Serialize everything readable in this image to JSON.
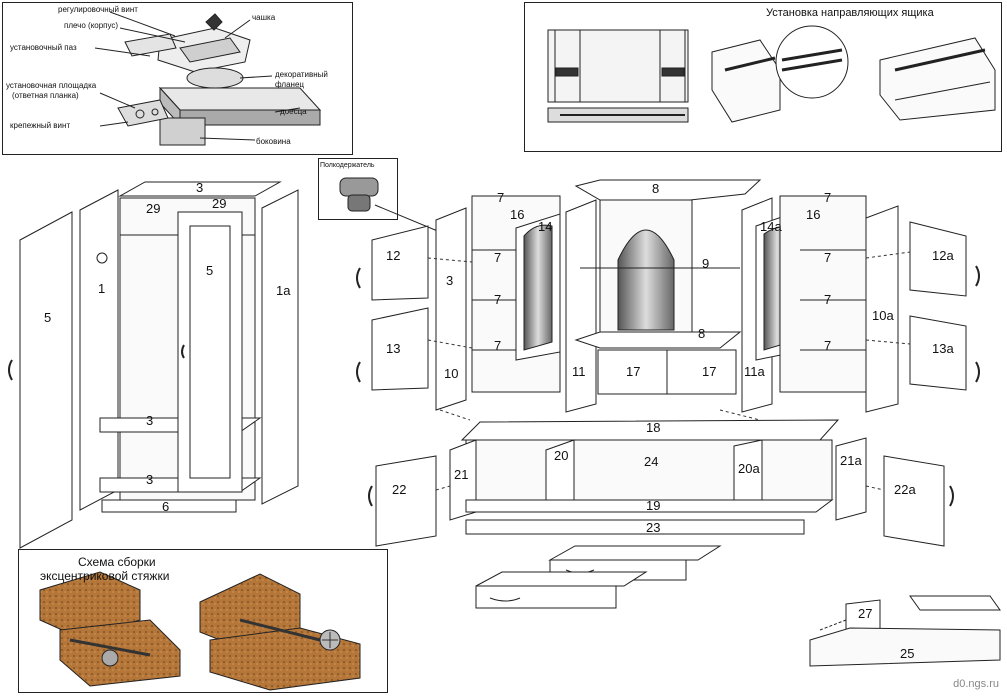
{
  "hinge_panel": {
    "labels": {
      "adjust_screw": "регулировочный винт",
      "shoulder": "плечо (корпус)",
      "cup": "чашка",
      "mount_slot": "установочный паз",
      "deco_flange_1": "декоративный",
      "deco_flange_2": "фланец",
      "mount_plate_1": "установочная площадка",
      "mount_plate_2": "(ответная планка)",
      "door_front": "доесца",
      "fix_screw": "крепежный винт",
      "side_wall": "боковина"
    }
  },
  "drawer_panel": {
    "title": "Установка направляющих ящика"
  },
  "shelf_holder": {
    "label": "Полкодержатель"
  },
  "eccentric": {
    "title_1": "Схема сборки",
    "title_2": "эксцентриковой стяжки"
  },
  "wardrobe_parts": {
    "p3_top": "3",
    "p29a": "29",
    "p29b": "29",
    "p5_door": "5",
    "p5_left": "5",
    "p1": "1",
    "p1a": "1a",
    "p3_mid": "3",
    "p3_bot": "3",
    "p6": "6"
  },
  "wall_parts": {
    "p7a": "7",
    "p16a": "16",
    "p14": "14",
    "p8_top": "8",
    "p7b": "7",
    "p16b": "16",
    "p14a": "14a",
    "p12": "12",
    "p12a": "12a",
    "p9": "9",
    "p7s1": "7",
    "p7s2": "7",
    "p7s3": "7",
    "p7s4": "7",
    "p7s5": "7",
    "p7s6": "7",
    "p3": "3",
    "p8_mid": "8",
    "p13": "13",
    "p13a": "13a",
    "p10": "10",
    "p10a": "10a",
    "p11": "11",
    "p17a": "17",
    "p17b": "17",
    "p11a": "11a"
  },
  "base_parts": {
    "p18": "18",
    "p20": "20",
    "p24": "24",
    "p20a": "20a",
    "p21": "21",
    "p21a": "21a",
    "p22": "22",
    "p22a": "22a",
    "p19": "19",
    "p23": "23",
    "p27": "27",
    "p25": "25"
  },
  "watermark": "d0.ngs.ru"
}
